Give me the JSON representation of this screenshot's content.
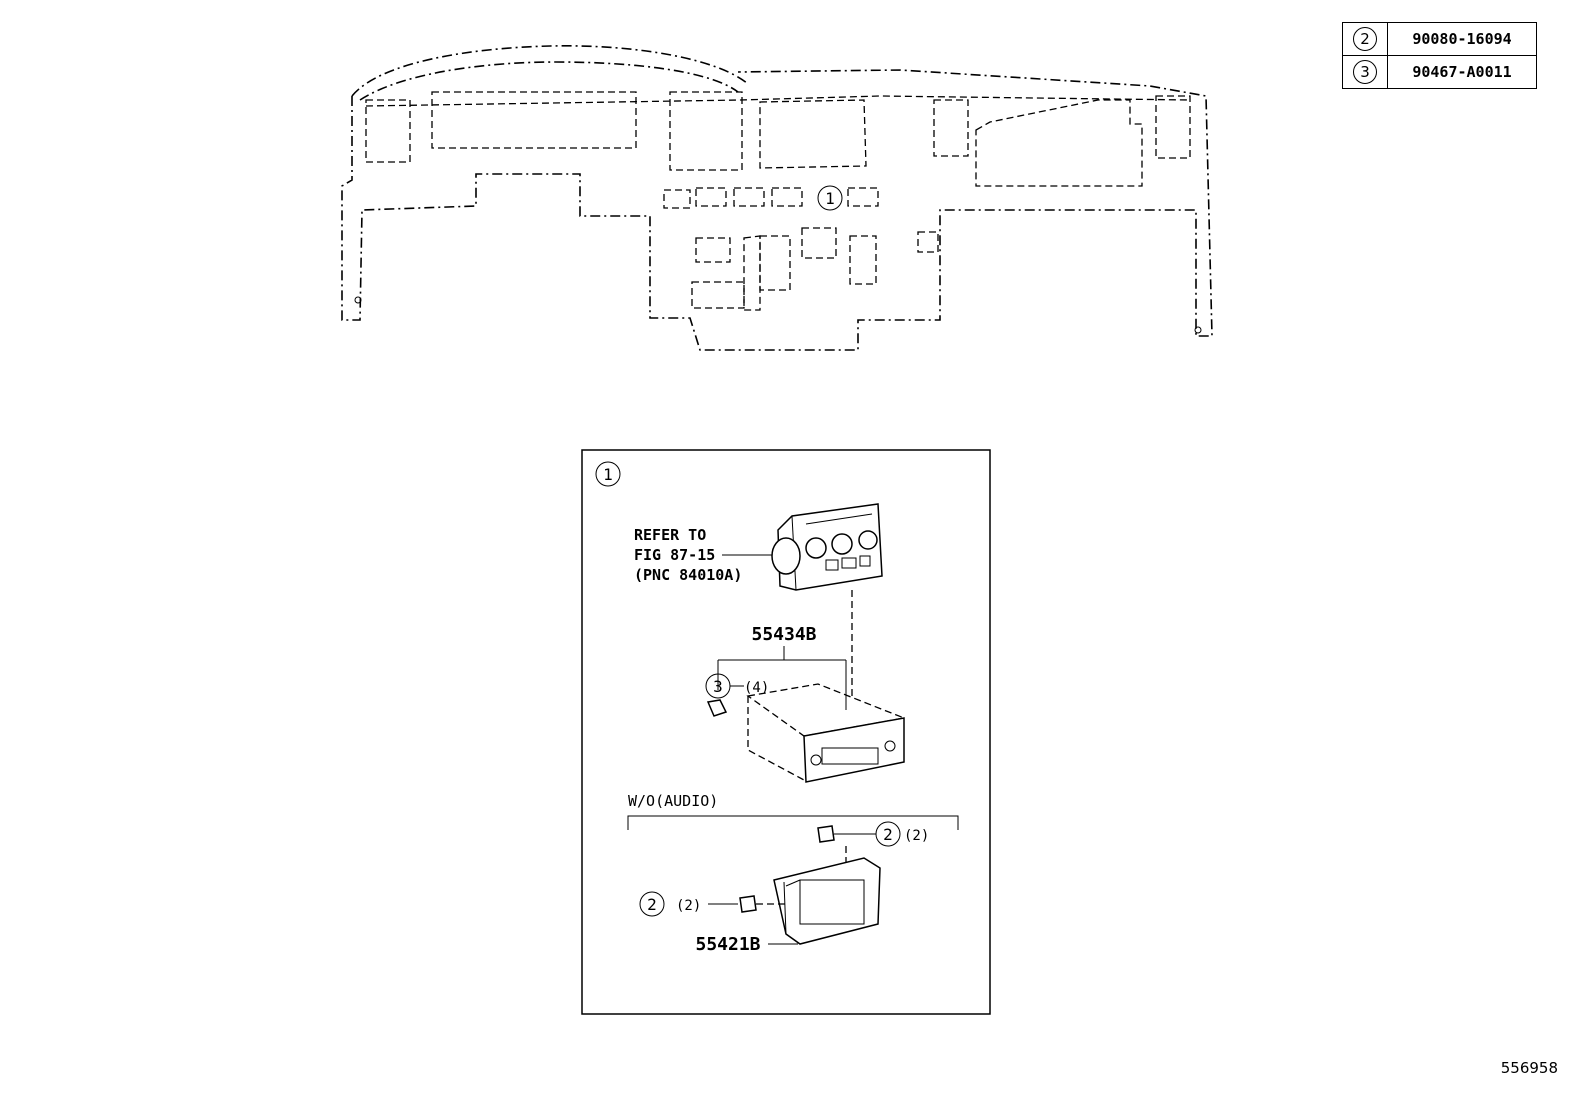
{
  "legend": [
    {
      "ref": "2",
      "part_number": "90080-16094"
    },
    {
      "ref": "3",
      "part_number": "90467-A0011"
    }
  ],
  "dashboard": {
    "callout": "1"
  },
  "detail": {
    "callout": "1",
    "refer_note": {
      "line1": "REFER TO",
      "line2": "FIG 87-15",
      "line3": "(PNC 84010A)"
    },
    "parts": {
      "bracket": "55434B",
      "panel": "55421B"
    },
    "fasteners": {
      "ref3": {
        "ref": "3",
        "qty": "(4)"
      },
      "ref2_top": {
        "ref": "2",
        "qty": "(2)"
      },
      "ref2_left": {
        "ref": "2",
        "qty": "(2)"
      }
    },
    "variant_label": "W/O(AUDIO)"
  },
  "figure_number": "556958"
}
